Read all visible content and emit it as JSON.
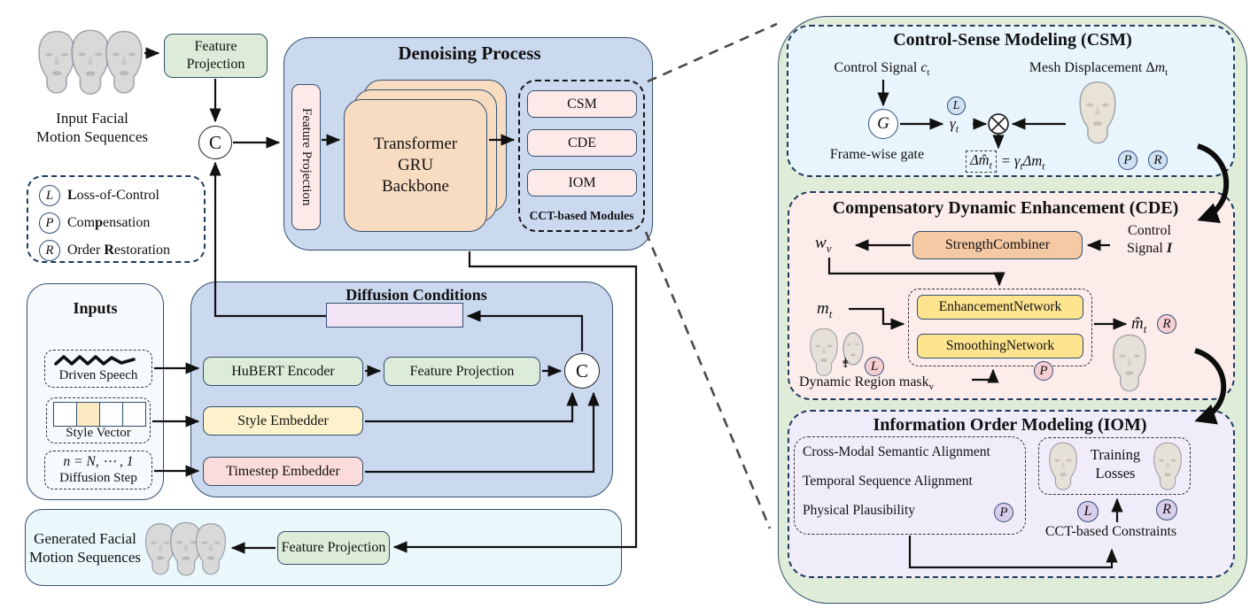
{
  "palette": {
    "panel_blue": "#cbd9ef",
    "panel_green": "#dfecd8",
    "green_box": "#ddecd8",
    "peach_box": "#f8dcc2",
    "pink_box": "#fdeae8",
    "yellow_box": "#fdf2cb",
    "pink_row": "#fbdcda",
    "purple_bar": "#f2e3f5",
    "csm_bg": "#e9f5fc",
    "cde_bg": "#fcedeb",
    "iom_bg": "#f1ecf9",
    "orange_box": "#f5c9a4",
    "yellow_net": "#fee48f",
    "navy_border": "#33506e"
  },
  "left": {
    "input_label_l1": "Input Facial",
    "input_label_l2": "Motion Sequences",
    "feature_projection_l1": "Feature",
    "feature_projection_l2": "Projection",
    "concat": "C",
    "legend": {
      "items": [
        {
          "badge": "L",
          "pre": "",
          "bold": "L",
          "post": "oss-of-Control"
        },
        {
          "badge": "P",
          "pre": "Com",
          "bold": "p",
          "post": "ensation"
        },
        {
          "badge": "R",
          "pre": "Order ",
          "bold": "R",
          "post": "estoration"
        }
      ]
    }
  },
  "denoising": {
    "title": "Denoising Process",
    "feature_projection": "Feature Projection",
    "backbone_l1": "Transformer",
    "backbone_l2": "GRU",
    "backbone_l3": "Backbone",
    "modules": [
      "CSM",
      "CDE",
      "IOM"
    ],
    "modules_caption": "CCT-based Modules"
  },
  "diffusion": {
    "title": "Diffusion Conditions",
    "hubert": "HuBERT Encoder",
    "feature_projection": "Feature Projection",
    "style": "Style Embedder",
    "timestep": "Timestep Embedder",
    "concat": "C"
  },
  "inputs": {
    "title": "Inputs",
    "speech": "Driven Speech",
    "style": "Style Vector",
    "step_l1": "n = N, ⋯ , 1",
    "step_l2": "Diffusion Step"
  },
  "generated": {
    "label_l1": "Generated Facial",
    "label_l2": "Motion Sequences",
    "feature_projection": "Feature Projection"
  },
  "badges": {
    "L": "L",
    "P": "P",
    "R": "R"
  },
  "csm": {
    "title": "Control-Sense Modeling (CSM)",
    "control_text": "Control Signal ",
    "control_var": "c",
    "control_sub": "t",
    "mesh_text": "Mesh Displacement Δ",
    "mesh_var": "m",
    "mesh_sub": "t",
    "gate": "G",
    "gate_label": "Frame-wise gate",
    "gamma": "γ",
    "gamma_sub": "t",
    "formula_lhs": "Δm̂",
    "formula_lhs_sub": "t",
    "formula_eq": "= ",
    "formula_gamma": "γ",
    "formula_gamma_sub": "t",
    "formula_rhs": "Δm",
    "formula_rhs_sub": "t"
  },
  "cde": {
    "title": "Compensatory Dynamic Enhancement (CDE)",
    "wv": "w",
    "wv_sub": "v",
    "strength": "StrengthCombiner",
    "control_l1": "Control",
    "control_l2": "Signal ",
    "control_bold": "I",
    "enh": "EnhancementNetwork",
    "smooth": "SmoothingNetwork",
    "mt": "m",
    "mt_sub": "t",
    "mask_text": "Dynamic Region mask",
    "mask_sub": "v",
    "down_mark": "⇟",
    "out": "m̂",
    "out_sub": "t"
  },
  "iom": {
    "title": "Information Order Modeling (IOM)",
    "items": [
      "Cross-Modal Semantic Alignment",
      "Temporal Sequence Alignment",
      "Physical Plausibility"
    ],
    "training_l1": "Training",
    "training_l2": "Losses",
    "constraints": "CCT-based Constraints"
  }
}
